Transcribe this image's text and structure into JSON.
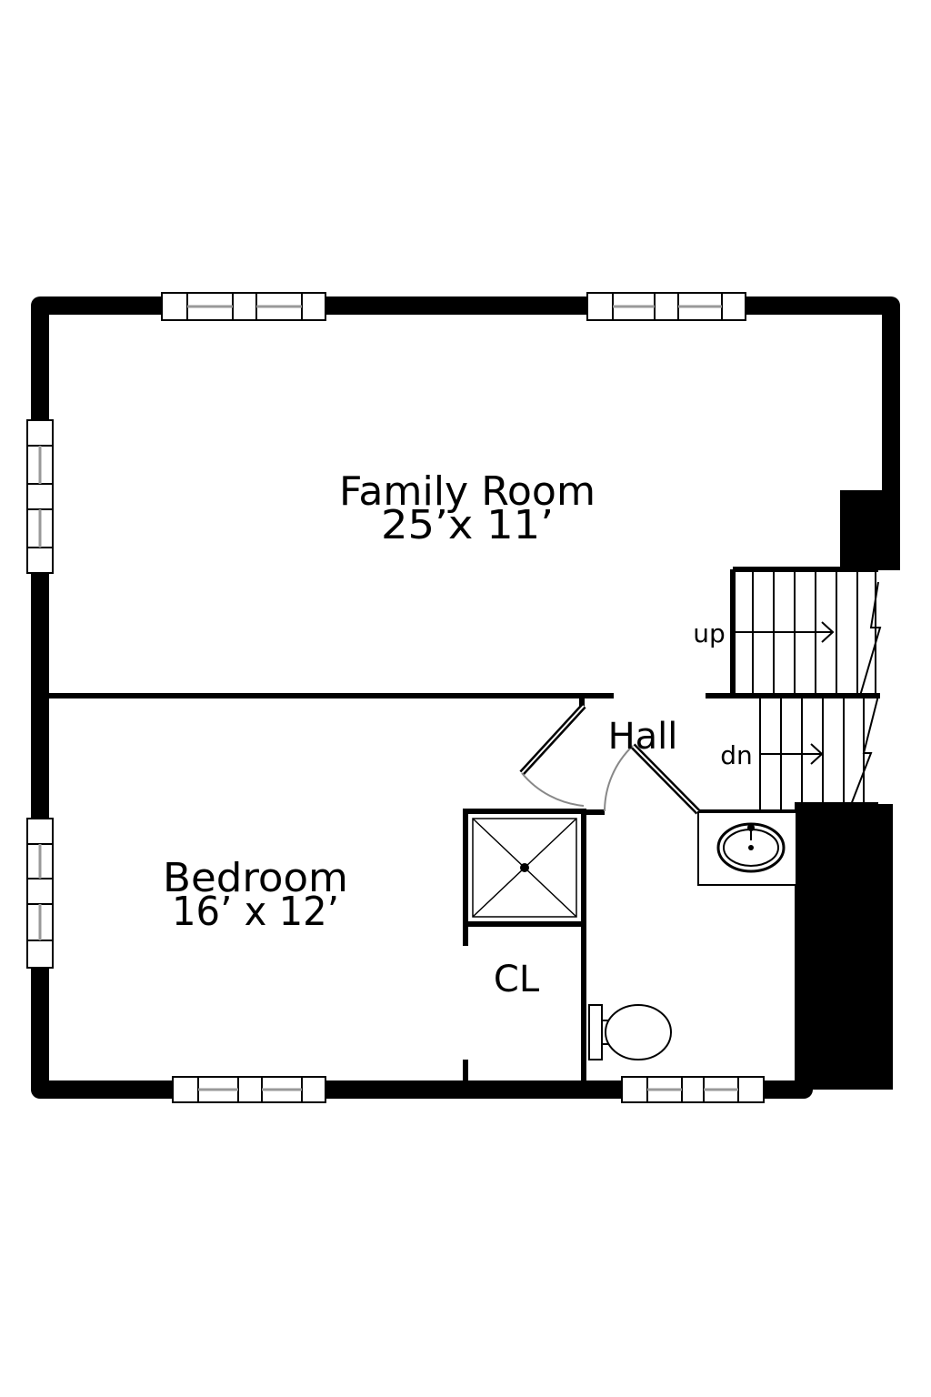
{
  "rooms": {
    "family_room": {
      "name": "Family Room",
      "dims": "25’x 11’"
    },
    "bedroom": {
      "name": "Bedroom",
      "dims": "16’ x 12’"
    },
    "hall": {
      "name": "Hall"
    },
    "closet": {
      "name": "CL"
    }
  },
  "stairs": {
    "up_label": "up",
    "down_label": "dn"
  },
  "colors": {
    "wall": "#000000",
    "background": "#ffffff",
    "door_swing": "#888888",
    "window_pane": "#999999"
  }
}
